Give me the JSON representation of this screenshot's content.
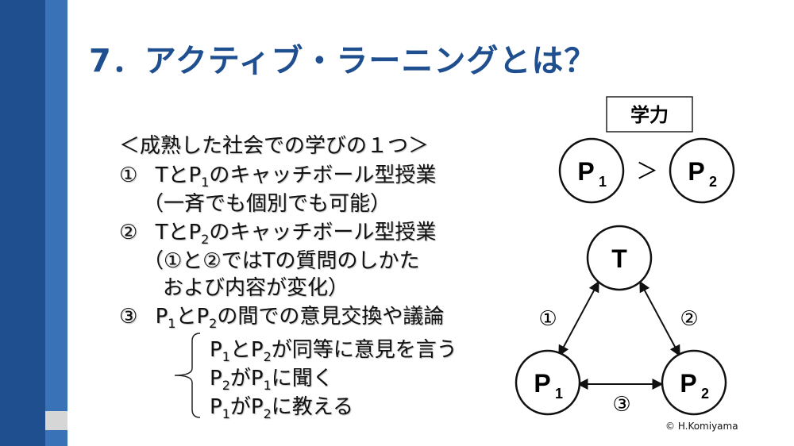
{
  "title": "7．アクティブ・ラーニングとは？",
  "intro": "＜成熟した社会での学びの１つ＞",
  "item1": {
    "num": "①",
    "t": "Tと",
    "p": "P",
    "s": "1",
    "rest": "のキャッチボール型授業",
    "note": "（一斉でも個別でも可能）"
  },
  "item2": {
    "num": "②",
    "t": "Tと",
    "p": "P",
    "s": "2",
    "rest": "のキャッチボール型授業",
    "note1": "（①と②ではTの質問のしかた",
    "note2": "および内容が変化）"
  },
  "item3": {
    "num": "③",
    "p1": "P",
    "s1": "1",
    "mid": "と",
    "p2": "P",
    "s2": "2",
    "rest": "の間での意見交換や議論"
  },
  "sub1": {
    "p1": "P",
    "s1": "1",
    "mid": "と",
    "p2": "P",
    "s2": "2",
    "rest": "が同等に意見を言う"
  },
  "sub2": {
    "p1": "P",
    "s1": "2",
    "mid": "が",
    "p2": "P",
    "s2": "1",
    "rest": "に聞く"
  },
  "sub3": {
    "p1": "P",
    "s1": "1",
    "mid": "が",
    "p2": "P",
    "s2": "2",
    "rest": "に教える"
  },
  "diagram": {
    "box_label": "学力",
    "p": "P",
    "sub1": "1",
    "sub2": "2",
    "gt": "＞",
    "t_node": "T",
    "edge1": "①",
    "edge2": "②",
    "edge3": "③"
  },
  "copyright": "©  H.Komiyama",
  "colors": {
    "sidebar_dark": "#1f4f8f",
    "sidebar_light": "#3a72b8",
    "title": "#1f4f8f"
  }
}
